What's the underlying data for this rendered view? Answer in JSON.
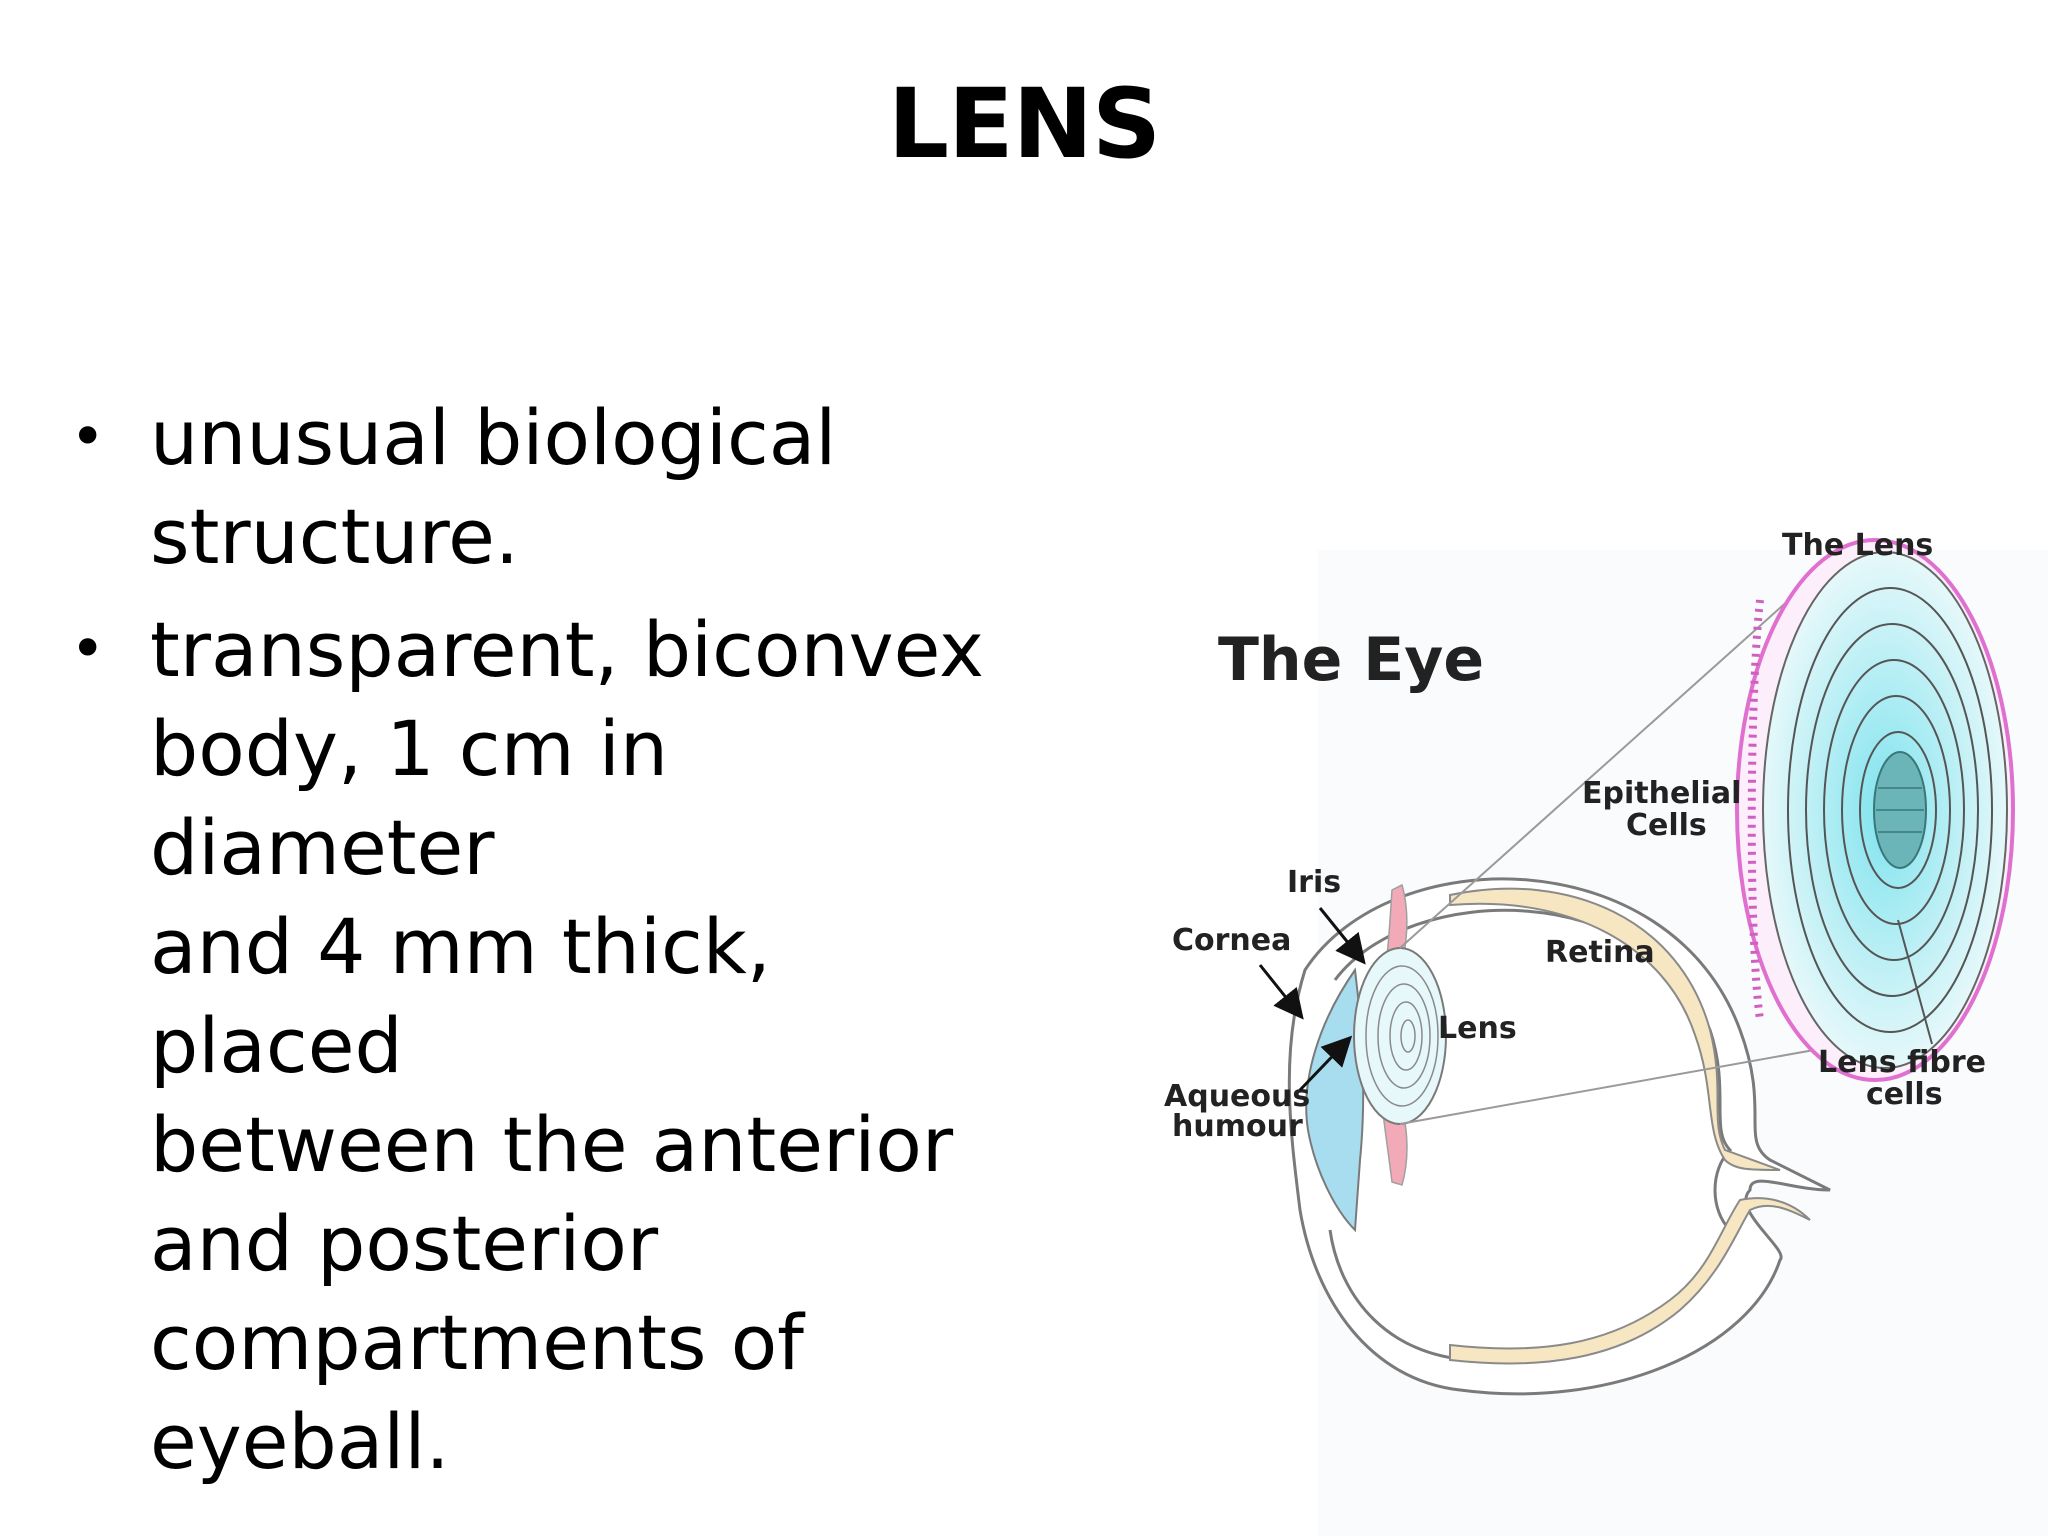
{
  "slide": {
    "title": "LENS",
    "bullets": [
      {
        "lines": [
          "unusual biological",
          "structure."
        ]
      },
      {
        "lines": [
          "transparent, biconvex",
          "body, 1 cm in diameter",
          "and 4 mm thick, placed",
          "between the anterior",
          "and posterior",
          "compartments of",
          "eyeball."
        ]
      }
    ],
    "bullet_glyph": "•"
  },
  "diagram": {
    "heading": "The Eye",
    "labels": {
      "the_lens": "The Lens",
      "epithelial": [
        "Epithelial",
        "Cells"
      ],
      "iris": "Iris",
      "cornea": "Cornea",
      "retina": "Retina",
      "lens": "Lens",
      "aqueous": [
        "Aqueous",
        "humour"
      ],
      "fibre": [
        "Lens fibre",
        "cells"
      ]
    },
    "colors": {
      "cornea_fill": "#a8dcef",
      "iris_fill": "#f2a9b8",
      "retina_fill": "#f7e6c2",
      "lens_fill": "#d6f3f6",
      "lens_core": "#6bb5b8",
      "capsule": "#e070d0"
    }
  }
}
